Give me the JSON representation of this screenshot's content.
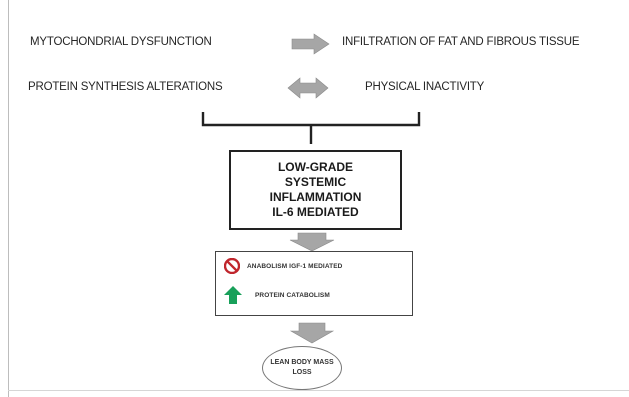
{
  "factors": {
    "mitochondrial": "MYTOCHONDRIAL DYSFUNCTION",
    "infiltration": "INFILTRATION OF FAT AND FIBROUS TISSUE",
    "protein_synthesis": "PROTEIN SYNTHESIS ALTERATIONS",
    "physical_inactivity": "PHYSICAL INACTIVITY"
  },
  "central_box": {
    "line1": "LOW-GRADE",
    "line2": "SYSTEMIC",
    "line3": "INFLAMMATION",
    "line4": "IL-6 MEDIATED"
  },
  "effects": {
    "anabolism": "ANABOLISM IGF-1 MEDIATED",
    "catabolism": "PROTEIN CATABOLISM"
  },
  "result": {
    "line1": "LEAN BODY MASS",
    "line2": "LOSS"
  },
  "icons": {
    "arrow_right": "right-arrow-icon",
    "arrow_double": "double-arrow-icon",
    "arrow_down": "down-arrow-icon",
    "prohibition": "prohibition-icon",
    "arrow_up": "up-arrow-icon"
  },
  "colors": {
    "arrow_gray": "#a6a6a6",
    "prohibition_red": "#c0262d",
    "up_arrow_green": "#18a05a",
    "box_border": "#222222"
  }
}
